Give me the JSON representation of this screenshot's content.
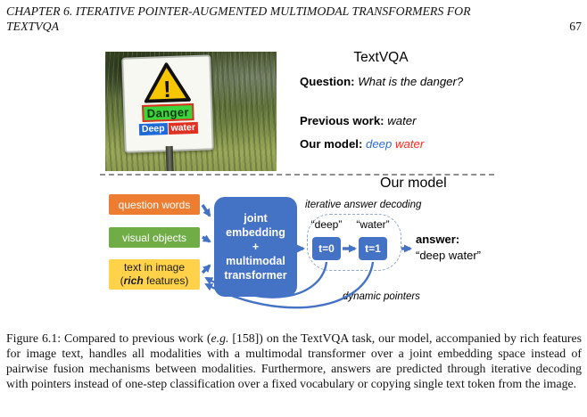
{
  "header": {
    "line1": "CHAPTER 6. ITERATIVE POINTER-AUGMENTED MULTIMODAL TRANSFORMERS FOR",
    "line2": "TEXTVQA",
    "page_number": "67"
  },
  "example": {
    "title": "TextVQA",
    "question_label": "Question:",
    "question_text": "What is the danger?",
    "previous_label": "Previous work:",
    "previous_text": "water",
    "our_label": "Our model:",
    "answer_word1": "deep",
    "answer_word2": "water",
    "answer_word1_color": "#2f6ed6",
    "answer_word2_color": "#f9281e"
  },
  "photo": {
    "warning_glyph": "!",
    "sign_danger": "Danger",
    "sign_deep": "Deep",
    "sign_water": "water"
  },
  "diagram": {
    "title": "Our model",
    "accent_color": "#4472C4",
    "input_boxes": [
      {
        "label": "question words",
        "color": "#ED7D31"
      },
      {
        "label": "visual objects",
        "color": "#70AD47"
      },
      {
        "line1": "text in image",
        "line2_pre": "(",
        "line2_em": "rich",
        "line2_post": " features)",
        "color": "#FFD24A"
      }
    ],
    "transformer_lines": [
      "joint",
      "embedding",
      "+",
      "multimodal",
      "transformer"
    ],
    "decoding_label": "iterative answer decoding",
    "step_outputs": [
      "“deep”",
      "“water”"
    ],
    "steps": [
      "t=0",
      "t=1"
    ],
    "answer_label": "answer:",
    "answer_text": "“deep water”",
    "pointers_label": "dynamic pointers"
  },
  "caption": {
    "prefix": "Figure 6.1: Compared to previous work (",
    "eg": "e.g.",
    "rest": " [158]) on the TextVQA task, our model, accompanied by rich features for image text, handles all modalities with a multimodal transformer over a joint embedding space instead of pairwise fusion mechanisms between modalities. Furthermore, answers are predicted through iterative decoding with pointers instead of one-step classification over a fixed vocabulary or copying single text token from the image."
  }
}
